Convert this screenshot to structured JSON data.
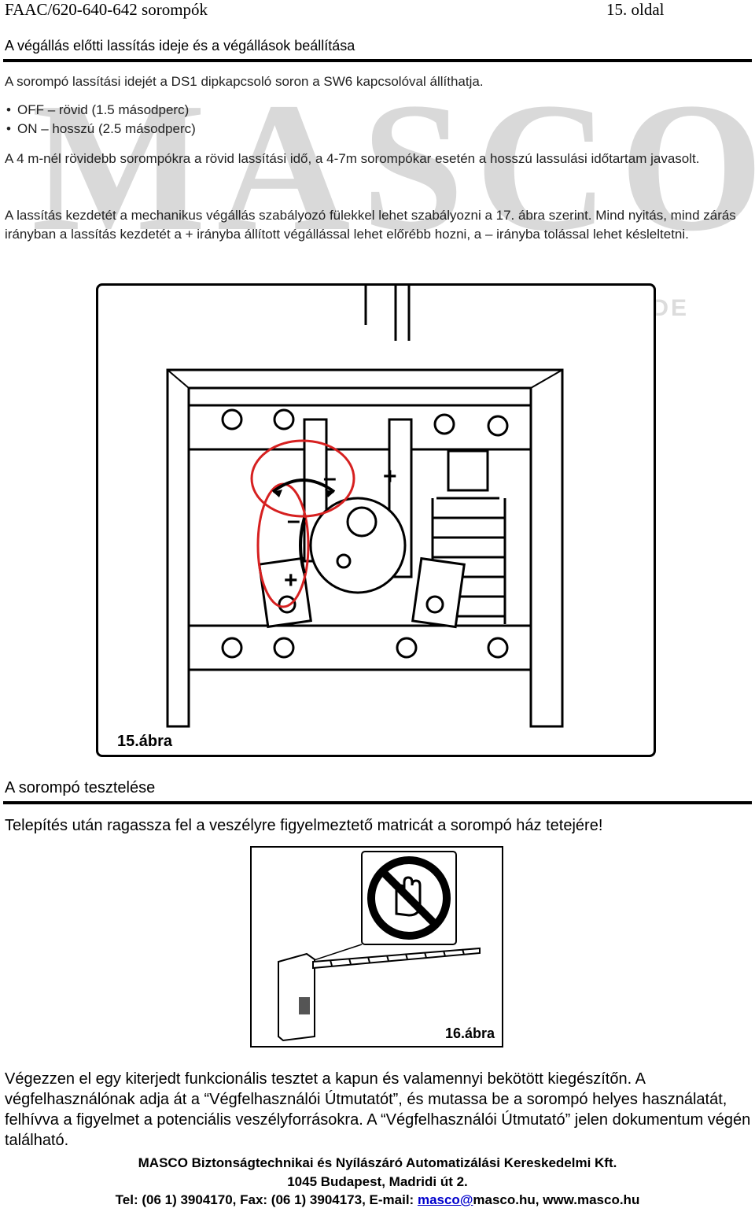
{
  "header": {
    "doc_title": "FAAC/620-640-642 sorompók",
    "page": "15. oldal"
  },
  "watermark": {
    "brand": "MASCO",
    "tagline": "SECURITY & GATE AUTOMATION TRADE LTD."
  },
  "section1": {
    "title": "A végállás előtti lassítás ideje és a végállások beállítása",
    "intro": "A sorompó lassítási idejét a DS1 dipkapcsoló soron a SW6 kapcsolóval állíthatja.",
    "bullets": [
      "OFF – rövid (1.5 másodperc)",
      "ON – hosszú (2.5 másodperc)"
    ],
    "para1": "A 4 m-nél rövidebb sorompókra a rövid lassítási idő, a 4-7m sorompókar esetén a hosszú lassulási időtartam javasolt.",
    "para2": "A lassítás kezdetét a mechanikus végállás szabályozó fülekkel lehet szabályozni a 17. ábra szerint. Mind nyitás, mind zárás irányban a lassítás kezdetét a + irányba állított végállással lehet előrébb hozni, a – irányba tolással lehet késleltetni."
  },
  "figure1": {
    "caption": "15.ábra",
    "minus": "–",
    "plus": "+"
  },
  "section2": {
    "title": "A sorompó tesztelése",
    "instruction": "Telepítés után ragassza fel a veszélyre figyelmeztető matricát a sorompó ház tetejére!"
  },
  "figure2": {
    "caption": "16.ábra"
  },
  "closing": "Végezzen el egy kiterjedt funkcionális tesztet a kapun és valamennyi bekötött kiegészítőn. A végfelhasználónak adja át a “Végfelhasználói Útmutatót”, és mutassa be a sorompó helyes használatát, felhívva a figyelmet a potenciális veszélyforrásokra. A “Végfelhasználói Útmutató” jelen dokumentum végén található.",
  "footer": {
    "company": "MASCO Biztonságtechnikai és Nyílászáró Automatizálási Kereskedelmi Kft.",
    "address": "1045 Budapest, Madridi út 2.",
    "contact_prefix": "Tel: (06 1) 3904170, Fax: (06 1) 3904173, E-mail: ",
    "email_user": "masco@",
    "contact_suffix": "masco.hu, www.masco.hu"
  },
  "colors": {
    "highlight_circle": "#d62020",
    "text": "#000000",
    "watermark": "#d9d9d9"
  }
}
